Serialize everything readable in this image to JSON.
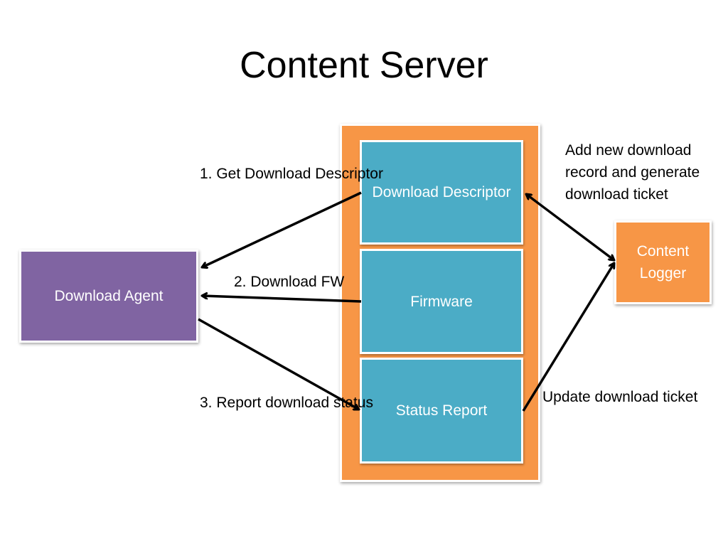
{
  "title": "Content Server",
  "server": {
    "download_descriptor": "Download Descriptor",
    "firmware": "Firmware",
    "status_report": "Status Report"
  },
  "agent": "Download Agent",
  "logger": "Content Logger",
  "labels": {
    "step1": "1. Get Download Descriptor",
    "step2": "2. Download FW",
    "step3": "3. Report download status",
    "add_record": "Add new download\nrecord and generate\ndownload ticket",
    "update_ticket": "Update download ticket"
  },
  "colors": {
    "server_frame": "#f79646",
    "server_box": "#4bacc6",
    "agent": "#8064a2",
    "logger": "#f79646"
  }
}
